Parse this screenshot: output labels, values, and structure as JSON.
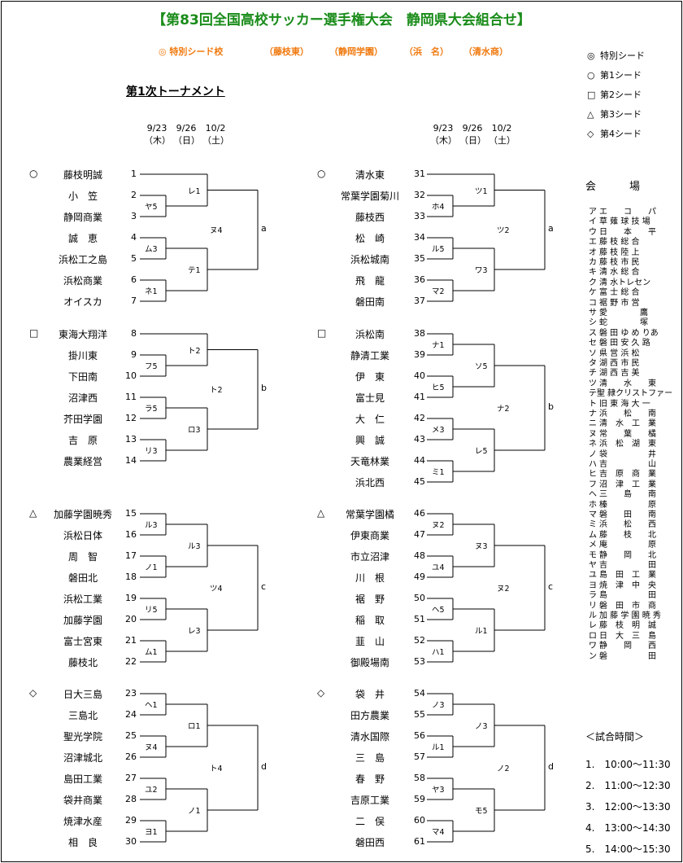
{
  "title": "【第83回全国高校サッカー選手権大会　静岡県大会組合せ】",
  "special_seed": {
    "label": "◎ 特別シード校",
    "schools": [
      "（藤枝東）",
      "（静岡学園）",
      "（浜　名）",
      "（清水商）"
    ]
  },
  "legend": [
    {
      "symbol": "◎",
      "text": "特別シード"
    },
    {
      "symbol": "○",
      "text": "第1シード"
    },
    {
      "symbol": "□",
      "text": "第2シード"
    },
    {
      "symbol": "△",
      "text": "第3シード"
    },
    {
      "symbol": "◇",
      "text": "第4シード"
    }
  ],
  "subtitle": "第1次トーナメント",
  "dates": [
    {
      "date": "9/23",
      "day": "（木）"
    },
    {
      "date": "9/26",
      "day": "（日）"
    },
    {
      "date": "10/2",
      "day": "（土）"
    }
  ],
  "brackets": [
    {
      "seed": "○",
      "final": "ヌ4",
      "result": "a",
      "teams": [
        "藤枝明誠",
        "小　笠",
        "静岡商業",
        "誠　恵",
        "浜松工之島",
        "浜松商業",
        "オイスカ"
      ],
      "numbers": [
        "1",
        "2",
        "3",
        "4",
        "5",
        "6",
        "7"
      ],
      "r1": [
        "",
        "ヤ5",
        "ム3",
        "ネ1"
      ],
      "r2": [
        "レ1",
        "テ1"
      ]
    },
    {
      "seed": "□",
      "final": "ト2",
      "result": "b",
      "teams": [
        "東海大翔洋",
        "掛川東",
        "下田南",
        "沼津西",
        "芥田学園",
        "吉　原",
        "農業経営"
      ],
      "numbers": [
        "8",
        "9",
        "10",
        "11",
        "12",
        "13",
        "14"
      ],
      "r1": [
        "",
        "フ5",
        "ラ5",
        "リ3"
      ],
      "r2": [
        "ト2",
        "ロ3"
      ]
    },
    {
      "seed": "△",
      "final": "ツ4",
      "result": "c",
      "teams": [
        "加藤学園暁秀",
        "浜松日体",
        "周　智",
        "磐田北",
        "浜松工業",
        "加藤学園",
        "富士宮東",
        "藤枝北"
      ],
      "numbers": [
        "15",
        "16",
        "17",
        "18",
        "19",
        "20",
        "21",
        "22"
      ],
      "r1": [
        "ル3",
        "ノ1",
        "リ5",
        "ム1"
      ],
      "r2": [
        "ル3",
        "レ3"
      ]
    },
    {
      "seed": "◇",
      "final": "ト4",
      "result": "d",
      "teams": [
        "日大三島",
        "三島北",
        "聖光学院",
        "沼津城北",
        "島田工業",
        "袋井商業",
        "焼津水産",
        "相　良"
      ],
      "numbers": [
        "23",
        "24",
        "25",
        "26",
        "27",
        "28",
        "29",
        "30"
      ],
      "r1": [
        "ヘ1",
        "ヌ4",
        "ユ2",
        "ヨ1"
      ],
      "r2": [
        "ロ1",
        "ノ1"
      ]
    },
    {
      "seed": "○",
      "final": "ツ2",
      "result": "a",
      "teams": [
        "清水東",
        "常葉学園菊川",
        "藤枝西",
        "松　崎",
        "浜松城南",
        "飛　龍",
        "磐田南"
      ],
      "numbers": [
        "31",
        "32",
        "33",
        "34",
        "35",
        "36",
        "37"
      ],
      "r1": [
        "",
        "ホ4",
        "ル5",
        "マ2"
      ],
      "r2": [
        "ツ1",
        "ワ3"
      ]
    },
    {
      "seed": "□",
      "final": "ナ2",
      "result": "b",
      "teams": [
        "浜松南",
        "静清工業",
        "伊　東",
        "富士見",
        "大　仁",
        "興　誠",
        "天竜林業",
        "浜北西"
      ],
      "numbers": [
        "38",
        "39",
        "40",
        "41",
        "42",
        "43",
        "44",
        "45"
      ],
      "r1": [
        "ナ1",
        "ヒ5",
        "メ3",
        "ミ1"
      ],
      "r2": [
        "ソ5",
        "レ5"
      ]
    },
    {
      "seed": "△",
      "final": "ヌ2",
      "result": "c",
      "teams": [
        "常葉学園橘",
        "伊東商業",
        "市立沼津",
        "川　根",
        "裾　野",
        "稲　取",
        "韮　山",
        "御殿場南"
      ],
      "numbers": [
        "46",
        "47",
        "48",
        "49",
        "50",
        "51",
        "52",
        "53"
      ],
      "r1": [
        "ヌ2",
        "ユ4",
        "ヘ5",
        "ハ1"
      ],
      "r2": [
        "ヌ3",
        "ル1"
      ]
    },
    {
      "seed": "◇",
      "final": "ノ2",
      "result": "d",
      "teams": [
        "袋　井",
        "田方農業",
        "清水国際",
        "三　島",
        "春　野",
        "吉原工業",
        "二　俣",
        "磐田西"
      ],
      "numbers": [
        "54",
        "55",
        "56",
        "57",
        "58",
        "59",
        "60",
        "61"
      ],
      "r1": [
        "ノ3",
        "ル1",
        "ヤ3",
        "マ4"
      ],
      "r2": [
        "ノ3",
        "モ5"
      ]
    }
  ],
  "venue_heading": "会　場",
  "venues": [
    [
      "ア",
      "エ　　コ　　パ"
    ],
    [
      "イ",
      "草 薙 球 技 場"
    ],
    [
      "ウ",
      "日　　本　　平"
    ],
    [
      "エ",
      "藤 枝 総 合"
    ],
    [
      "オ",
      "藤 枝 陸 上"
    ],
    [
      "カ",
      "藤 枝 市 民"
    ],
    [
      "キ",
      "清 水 総 合"
    ],
    [
      "ク",
      "清 水トレセン"
    ],
    [
      "ケ",
      "富 士 総 合"
    ],
    [
      "コ",
      "裾 野 市 営"
    ],
    [
      "サ",
      "愛　　　　鷹"
    ],
    [
      "シ",
      "蛇　　　　塚"
    ],
    [
      "ス",
      "磐 田 ゆ め りあ"
    ],
    [
      "セ",
      "磐 田 安 久 路"
    ],
    [
      "ソ",
      "県 営 浜 松"
    ],
    [
      "タ",
      "湖 西 市 民"
    ],
    [
      "チ",
      "湖 西 吉 美"
    ],
    [
      "ツ",
      "清　　水　　東"
    ],
    [
      "テ",
      "聖 隷クリストファー"
    ],
    [
      "ト",
      "旧 東 海 大 一"
    ],
    [
      "ナ",
      "浜　　松　　南"
    ],
    [
      "ニ",
      "清　水　工　業"
    ],
    [
      "ヌ",
      "常　　葉　　橘"
    ],
    [
      "ネ",
      "浜　松　湖　東"
    ],
    [
      "ノ",
      "袋　　　　　井"
    ],
    [
      "ハ",
      "吉　　　　　山"
    ],
    [
      "ヒ",
      "吉　原　商　業"
    ],
    [
      "フ",
      "沼　津　工　業"
    ],
    [
      "ヘ",
      "三　　島　　南"
    ],
    [
      "ホ",
      "榛　　　　　原"
    ],
    [
      "マ",
      "磐　　田　　南"
    ],
    [
      "ミ",
      "浜　　松　　西"
    ],
    [
      "ム",
      "藤　　枝　　北"
    ],
    [
      "メ",
      "庵　　　　　原"
    ],
    [
      "モ",
      "静　　岡　　北"
    ],
    [
      "ヤ",
      "吉　　　　　田"
    ],
    [
      "ユ",
      "島　田　工　業"
    ],
    [
      "ヨ",
      "焼　津　中　央"
    ],
    [
      "ラ",
      "島　　　　　田"
    ],
    [
      "リ",
      "磐　田　市　商"
    ],
    [
      "ル",
      "加 藤 学 園 暁 秀"
    ],
    [
      "レ",
      "藤　枝　明　誠"
    ],
    [
      "ロ",
      "日　大　三　島"
    ],
    [
      "ワ",
      "静　　岡　　西"
    ],
    [
      "ン",
      "磐　　　　　田"
    ]
  ],
  "times_heading": "＜試合時間＞",
  "times": [
    "1.　10:00～11:30",
    "2.　11:00～12:30",
    "3.　12:00～13:30",
    "4.　13:00～14:30",
    "5.　14:00～15:30"
  ]
}
